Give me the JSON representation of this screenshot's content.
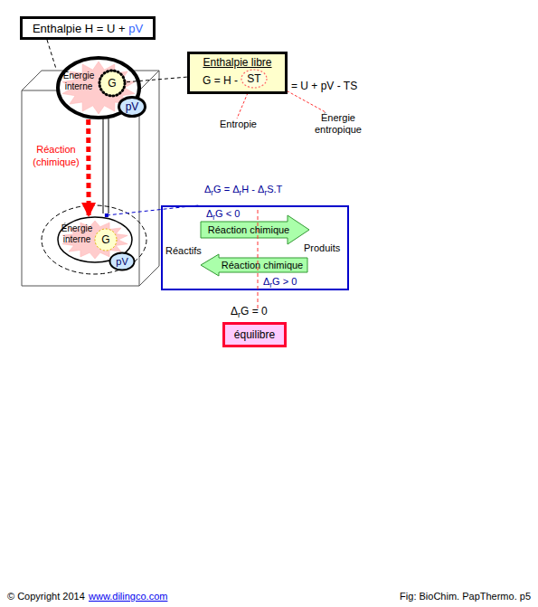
{
  "diagram": {
    "caption": "Fig: BioChim. PapThermo. p5",
    "nodes": [
      {
        "text": [
          "Enthalpie H = U + pV"
        ]
      },
      {
        "text": [
          "Énergie interne"
        ]
      },
      {
        "text": [
          "G"
        ],
        "in": 1
      },
      {
        "text": [
          "pV"
        ],
        "in": 1
      },
      {
        "text": [
          "Enthalpie libre",
          "G = H -"
        ]
      },
      {
        "text": [
          "ST"
        ],
        "in": 4
      },
      {
        "text": [
          "Énergie interne"
        ]
      },
      {
        "text": [
          "G"
        ],
        "in": 6
      },
      {
        "text": [
          "pV"
        ],
        "in": 6
      },
      {
        "text": [
          "ΔrG < 0",
          "Réactifs",
          "Produits",
          "ΔrG > 0"
        ]
      },
      {
        "text": [
          "Réaction chimique"
        ],
        "in": 9
      },
      {
        "text": [
          "Réaction chimique"
        ],
        "in": 9
      },
      {
        "text": [
          "équilibre"
        ]
      }
    ],
    "edges": [
      {
        "from": 0,
        "to": 1,
        "arrow": "none"
      },
      {
        "from": 2,
        "to": 4,
        "arrow": "none"
      },
      {
        "from": 1,
        "to": 6,
        "arrow": "to",
        "label": "Réaction (chimique)"
      },
      {
        "from": 6,
        "to": 9,
        "arrow": "none",
        "label": "ΔrG = ΔrH - ΔrS.T"
      }
    ],
    "labels": [
      "= U + pV - TS",
      "Entropie",
      "Énergie entropique",
      "ΔrG = 0",
      "© Copyright 2014",
      "www.dilingco.com"
    ]
  }
}
